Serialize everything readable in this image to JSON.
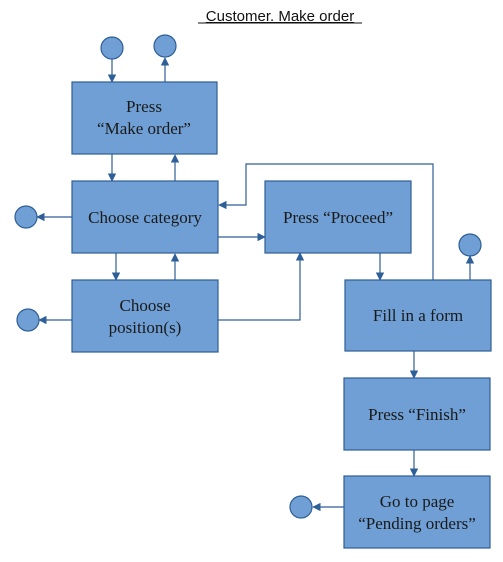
{
  "title": "Customer. Make order",
  "colors": {
    "box_fill": "#6f9fd4",
    "box_stroke": "#2e5f96",
    "line": "#2e5f96",
    "circle_fill": "#6f9fd4"
  },
  "boxes": {
    "press_make_order": {
      "line1": "Press",
      "line2": "“Make order”"
    },
    "choose_category": {
      "line1": "Choose category"
    },
    "choose_positions": {
      "line1": "Choose",
      "line2": "position(s)"
    },
    "press_proceed": {
      "line1": "Press “Proceed”"
    },
    "fill_form": {
      "line1": "Fill in a form"
    },
    "press_finish": {
      "line1": "Press “Finish”"
    },
    "go_pending": {
      "line1": "Go to page",
      "line2": "“Pending orders”"
    }
  }
}
